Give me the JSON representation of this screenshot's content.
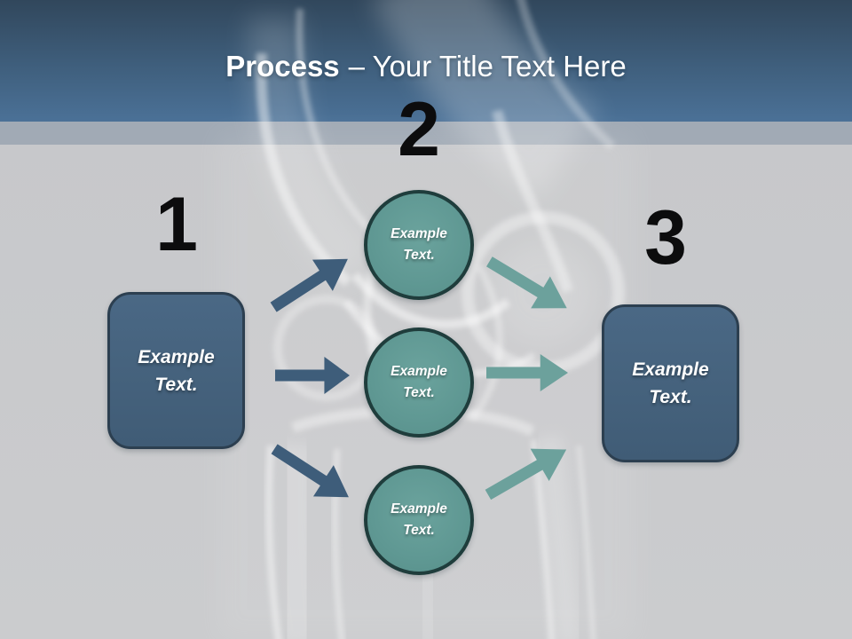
{
  "title": {
    "emphasis": "Process",
    "rest": "– Your Title Text Here"
  },
  "numbers": [
    "1",
    "2",
    "3"
  ],
  "left_box": {
    "lines": [
      "Example",
      "Text."
    ]
  },
  "right_box": {
    "lines": [
      "Example",
      "Text."
    ]
  },
  "circles": [
    {
      "lines": [
        "Example",
        "Text."
      ]
    },
    {
      "lines": [
        "Example",
        "Text."
      ]
    },
    {
      "lines": [
        "Example",
        "Text."
      ]
    }
  ],
  "decor": {
    "background_image": "knee-xray"
  },
  "colors": {
    "header_top": "#31475c",
    "header_bottom": "#4b7197",
    "band": "#a1aab5",
    "body": "#c6c7ca",
    "title": "#ffffff",
    "number": "#0c0c0d",
    "box_fill": "#46637e",
    "box_border": "#2c3f50",
    "circle_fill": "#5f9893",
    "circle_border": "#1f3d3c",
    "arrow_left": "#3e5d7a",
    "arrow_right": "#6ca19c"
  }
}
